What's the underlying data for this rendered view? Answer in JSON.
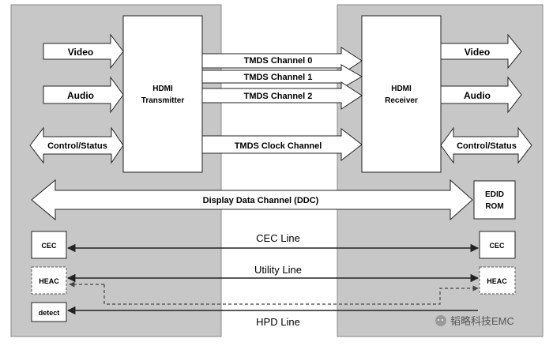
{
  "transmitter": {
    "title_line1": "HDMI",
    "title_line2": "Transmitter"
  },
  "receiver": {
    "title_line1": "HDMI",
    "title_line2": "Receiver"
  },
  "source_side": {
    "video": "Video",
    "audio": "Audio",
    "control_status": "Control/Status"
  },
  "sink_side": {
    "video": "Video",
    "audio": "Audio",
    "control_status": "Control/Status"
  },
  "channels": {
    "tmds0": "TMDS Channel 0",
    "tmds1": "TMDS Channel 1",
    "tmds2": "TMDS Channel 2",
    "tmds_clock": "TMDS Clock Channel",
    "ddc": "Display Data Channel (DDC)"
  },
  "edid": {
    "line1": "EDID",
    "line2": "ROM"
  },
  "left_boxes": {
    "cec": "CEC",
    "heac": "HEAC",
    "detect": "detect"
  },
  "right_boxes": {
    "cec": "CEC",
    "heac": "HEAC"
  },
  "lines": {
    "cec": "CEC Line",
    "utility": "Utility Line",
    "hpd": "HPD Line"
  },
  "watermark": {
    "text": "韬略科技EMC"
  },
  "colors": {
    "panel": "#c7c7c7",
    "panel_border": "#8a8a8a",
    "background": "#ffffff",
    "stroke": "#222222",
    "box_fill": "#ffffff"
  }
}
